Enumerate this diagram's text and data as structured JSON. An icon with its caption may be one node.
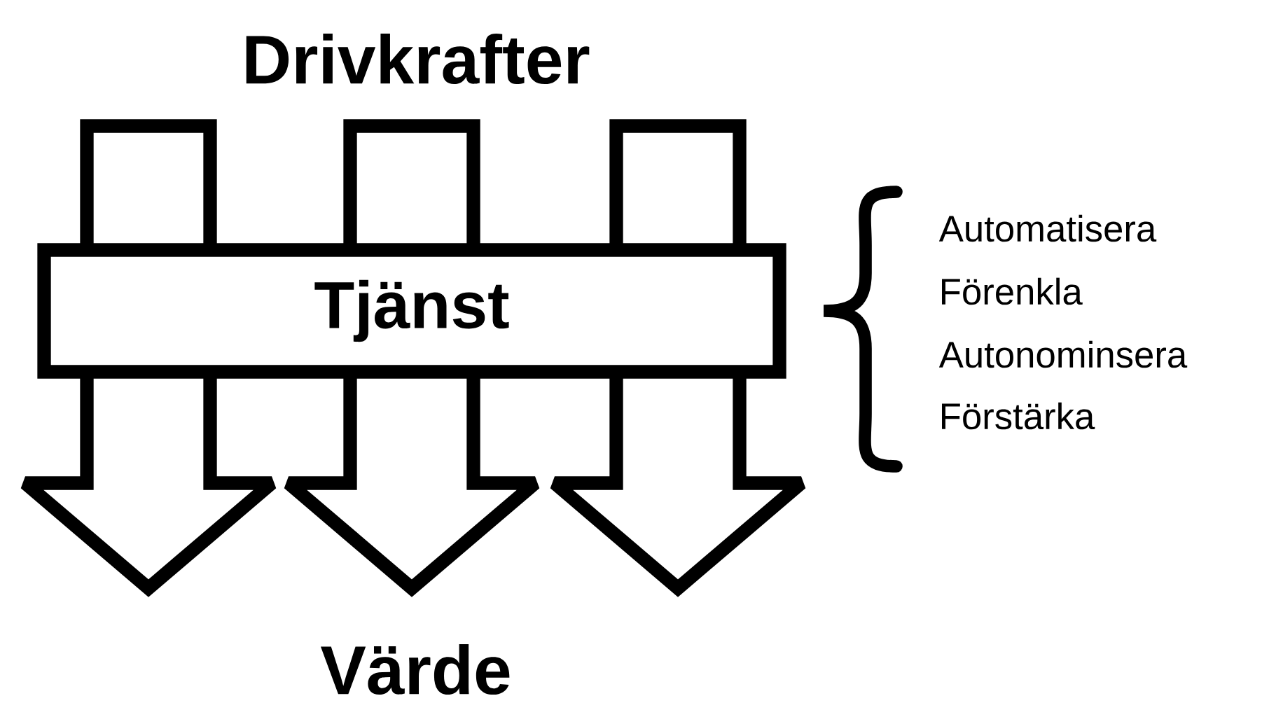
{
  "diagram": {
    "title": "Drivkrafter",
    "nodes": [
      {
        "text": [
          "Tjänst"
        ]
      }
    ],
    "labels": [
      "Automatisera",
      "Förenkla",
      "Autonominsera",
      "Förstärka",
      "Värde"
    ]
  }
}
